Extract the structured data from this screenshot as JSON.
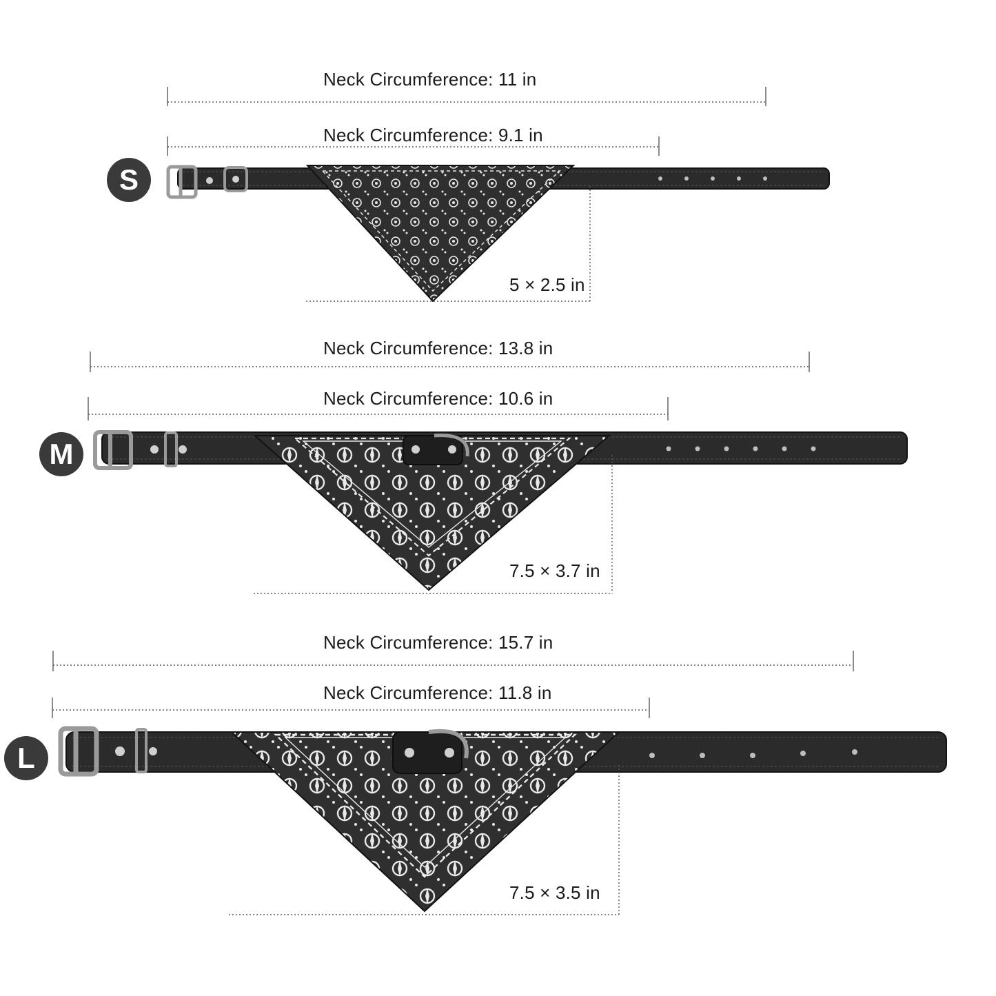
{
  "colors": {
    "collar": "#2b2b2b",
    "collar_edge": "#121212",
    "bandana": "#2f2f2f",
    "pattern": "#e9e9e9",
    "metal": "#9a9a9a",
    "dotted_line": "#5a5a5a",
    "badge": "#3a3a3a",
    "text": "#1a1a1a"
  },
  "sizes": [
    {
      "badge": "S",
      "outer_label": "Neck Circumference: 11 in",
      "inner_label": "Neck Circumference: 9.1 in",
      "bandana_label": "5 × 2.5 in"
    },
    {
      "badge": "M",
      "outer_label": "Neck Circumference: 13.8 in",
      "inner_label": "Neck Circumference: 10.6 in",
      "bandana_label": "7.5 × 3.7 in"
    },
    {
      "badge": "L",
      "outer_label": "Neck Circumference: 15.7 in",
      "inner_label": "Neck Circumference: 11.8 in",
      "bandana_label": "7.5 × 3.5 in"
    }
  ]
}
